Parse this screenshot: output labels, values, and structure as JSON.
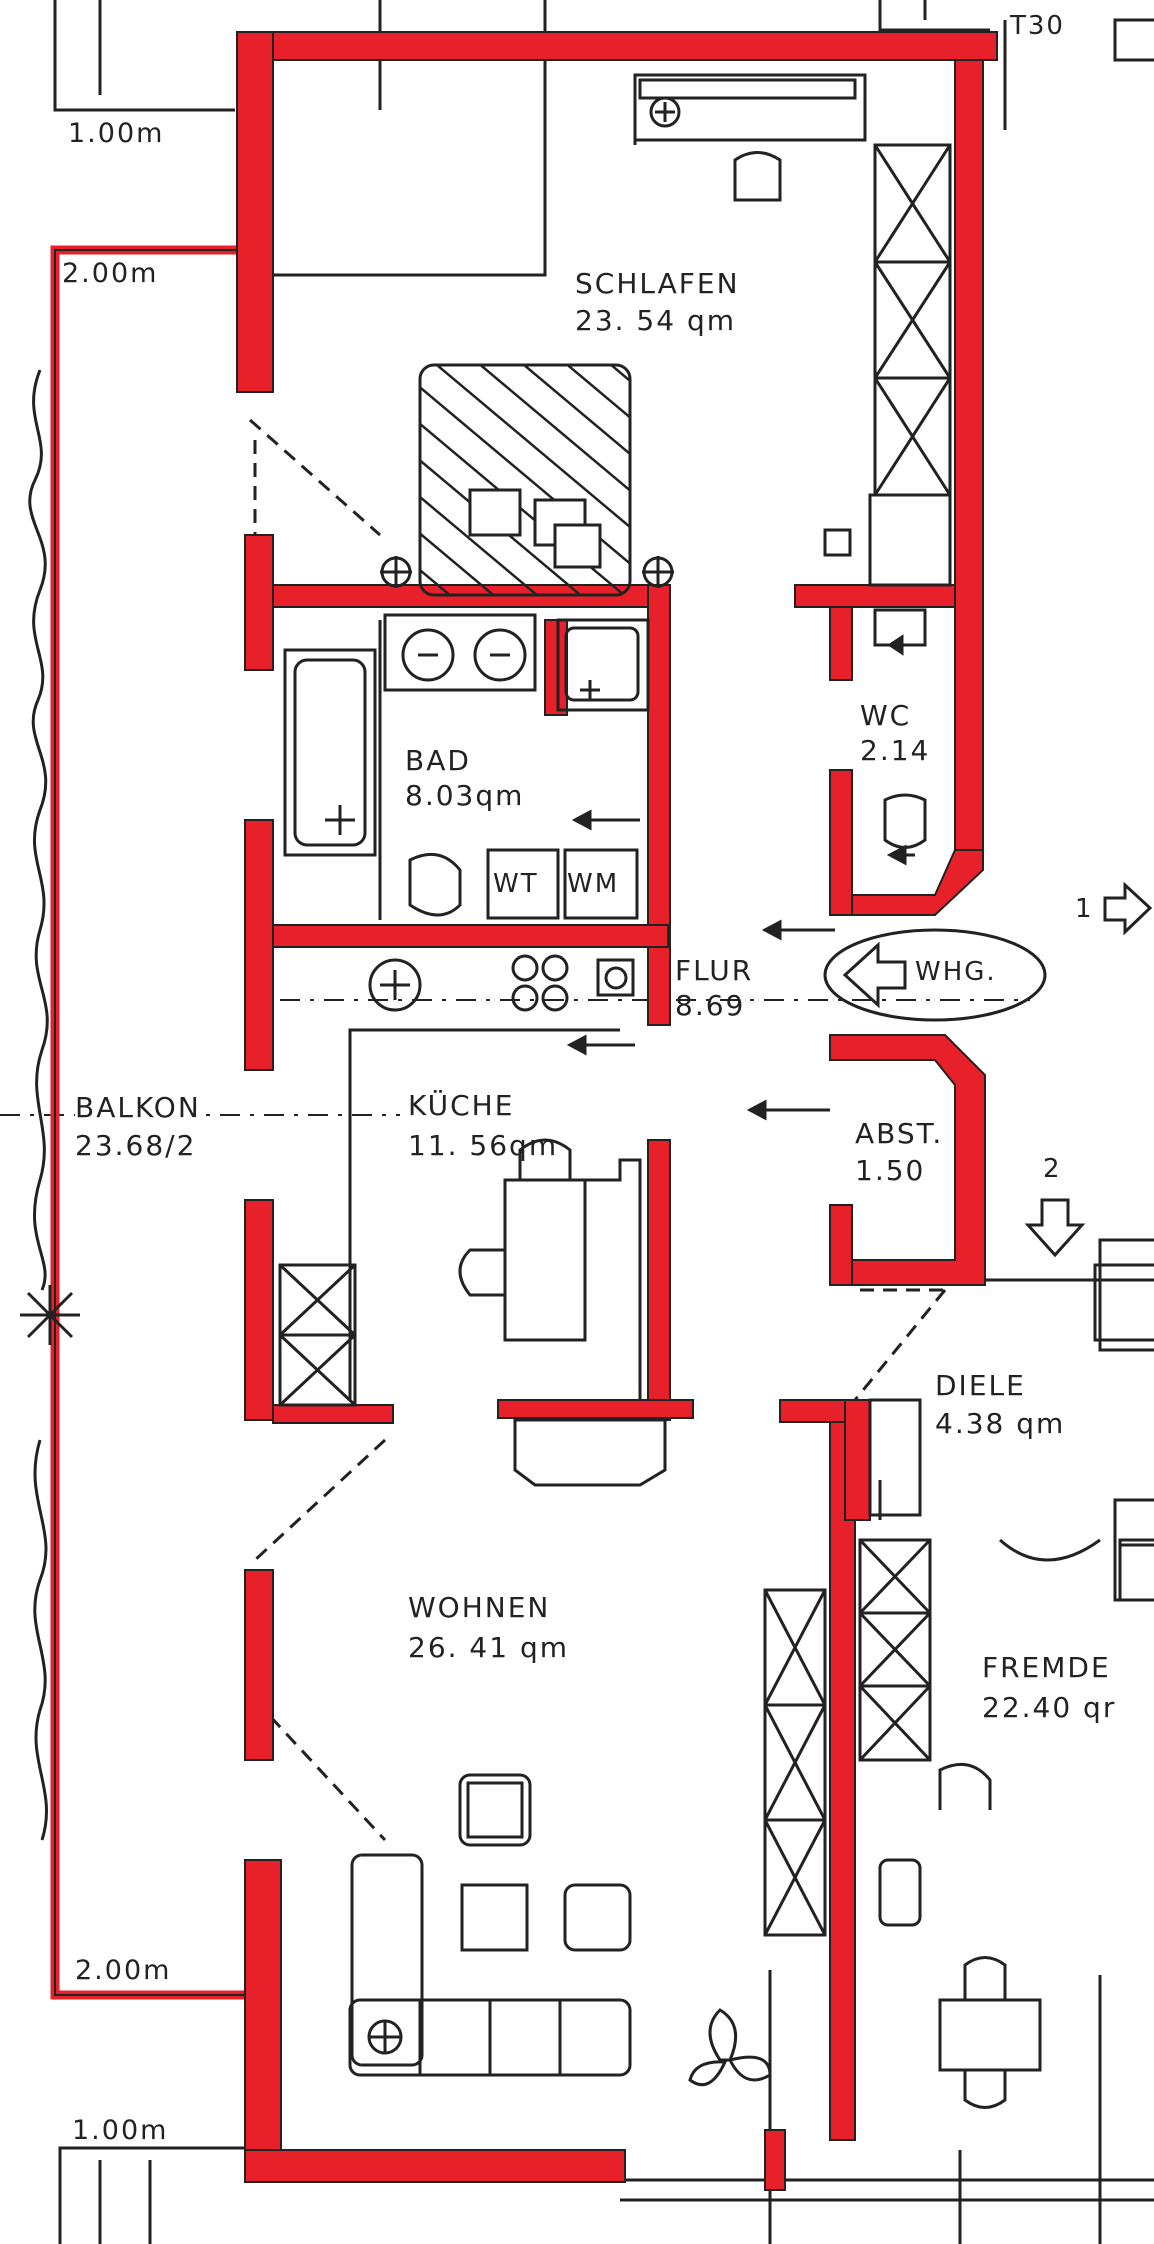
{
  "colors": {
    "wall": "#e8202a",
    "ink": "#222222",
    "paper": "#ffffff"
  },
  "top_tag": "T30",
  "dimensions": {
    "top_left": "1.00m",
    "balcony_top": "2.00m",
    "balcony_bottom": "2.00m",
    "bottom_left": "1.00m"
  },
  "rooms": {
    "schlafen": {
      "name": "SCHLAFEN",
      "area": "23. 54 qm"
    },
    "bad": {
      "name": "BAD",
      "area": "8.03qm"
    },
    "wc": {
      "name": "WC",
      "area": "2.14"
    },
    "flur": {
      "name": "FLUR",
      "area": "8.69"
    },
    "kueche": {
      "name": "KÜCHE",
      "area": "11. 56qm"
    },
    "balkon": {
      "name": "BALKON",
      "area": "23.68/2"
    },
    "abst": {
      "name": "ABST.",
      "area": "1.50"
    },
    "diele": {
      "name": "DIELE",
      "area": "4.38 qm"
    },
    "wohnen": {
      "name": "WOHNEN",
      "area": "26. 41 qm"
    },
    "fremde": {
      "name": "FREMDE",
      "area": "22.40 qr"
    }
  },
  "appliances": {
    "wt": "WT",
    "wm": "WM"
  },
  "entrance": {
    "label": "WHG."
  },
  "markers": {
    "one": "1",
    "two": "2"
  },
  "icons": [
    "bed-icon",
    "chair-icon",
    "toilet-icon",
    "washbasin-icon",
    "bathtub-icon",
    "stove-icon",
    "sink-icon",
    "wardrobe-icon",
    "arrow-icon",
    "plant-icon"
  ]
}
